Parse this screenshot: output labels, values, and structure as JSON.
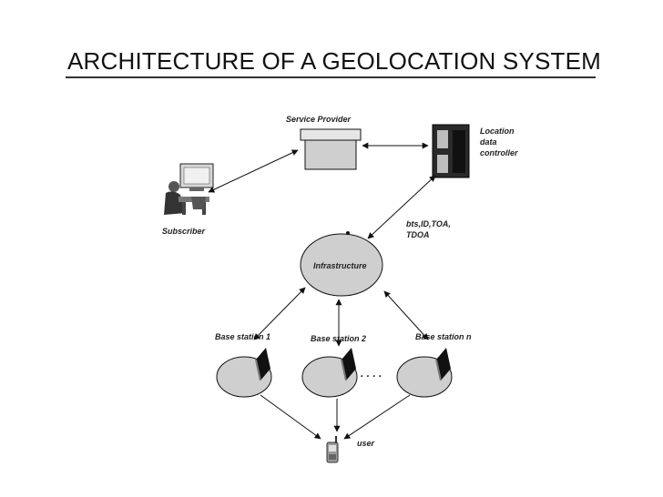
{
  "slide": {
    "title": "ARCHITECTURE OF A GEOLOCATION SYSTEM"
  },
  "diagram": {
    "service_provider": "Service Provider",
    "location_controller": [
      "Location",
      "data",
      "controller"
    ],
    "subscriber": "Subscriber",
    "signal_info": [
      "bts,ID,TOA,",
      "TDOA"
    ],
    "infrastructure": "Infrastructure",
    "base_station_1": "Base station 1",
    "base_station_2": "Base station 2",
    "base_station_n": "Base station n",
    "ellipsis": ". . . .",
    "user": "user"
  },
  "colors": {
    "node_fill": "#cfcfcf",
    "line": "#111111"
  }
}
